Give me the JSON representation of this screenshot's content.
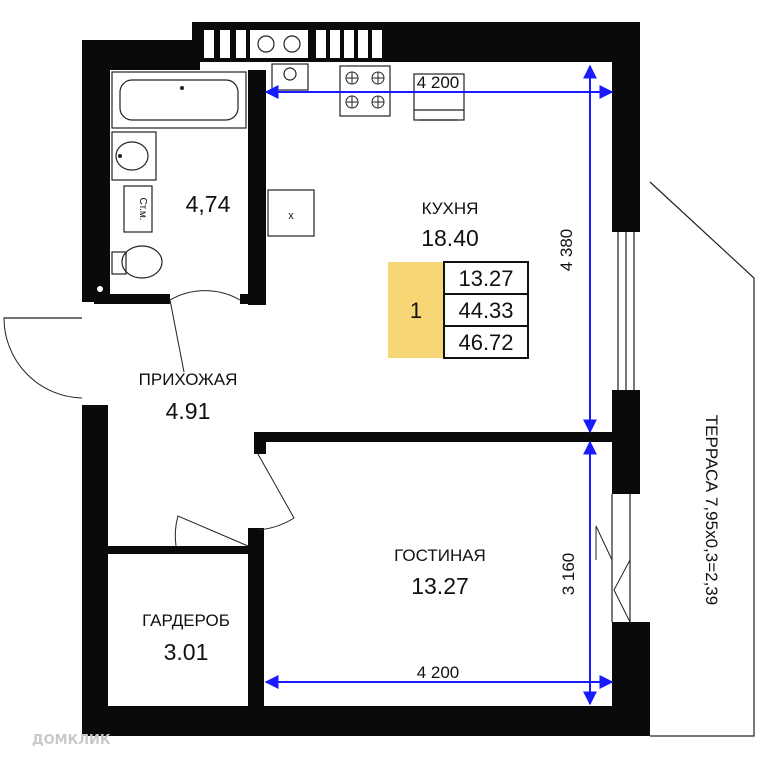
{
  "plan": {
    "rooms": {
      "bathroom": {
        "area": "4,74"
      },
      "toilet_label": "Ст.м.",
      "kitchen": {
        "name": "КУХНЯ",
        "area": "18.40"
      },
      "hallway": {
        "name": "ПРИХОЖАЯ",
        "area": "4.91"
      },
      "living": {
        "name": "ГОСТИНАЯ",
        "area": "13.27"
      },
      "wardrobe": {
        "name": "ГАРДЕРОБ",
        "area": "3.01"
      },
      "terrace": {
        "name": "ТЕРРАСА 7,95х0,3=2,39"
      }
    },
    "dimensions": {
      "kitchen_width": "4 200",
      "kitchen_depth": "4 380",
      "living_depth": "3 160",
      "living_width": "4 200"
    },
    "summary": {
      "rooms_count": "1",
      "living_area": "13.27",
      "total_area": "44.33",
      "total_with_terrace": "46.72",
      "badge_color": "#f7d676"
    },
    "watermark": "ДОМКЛИК",
    "colors": {
      "walls": "#0a0a0a",
      "dimension_lines": "#1a1aff"
    }
  }
}
